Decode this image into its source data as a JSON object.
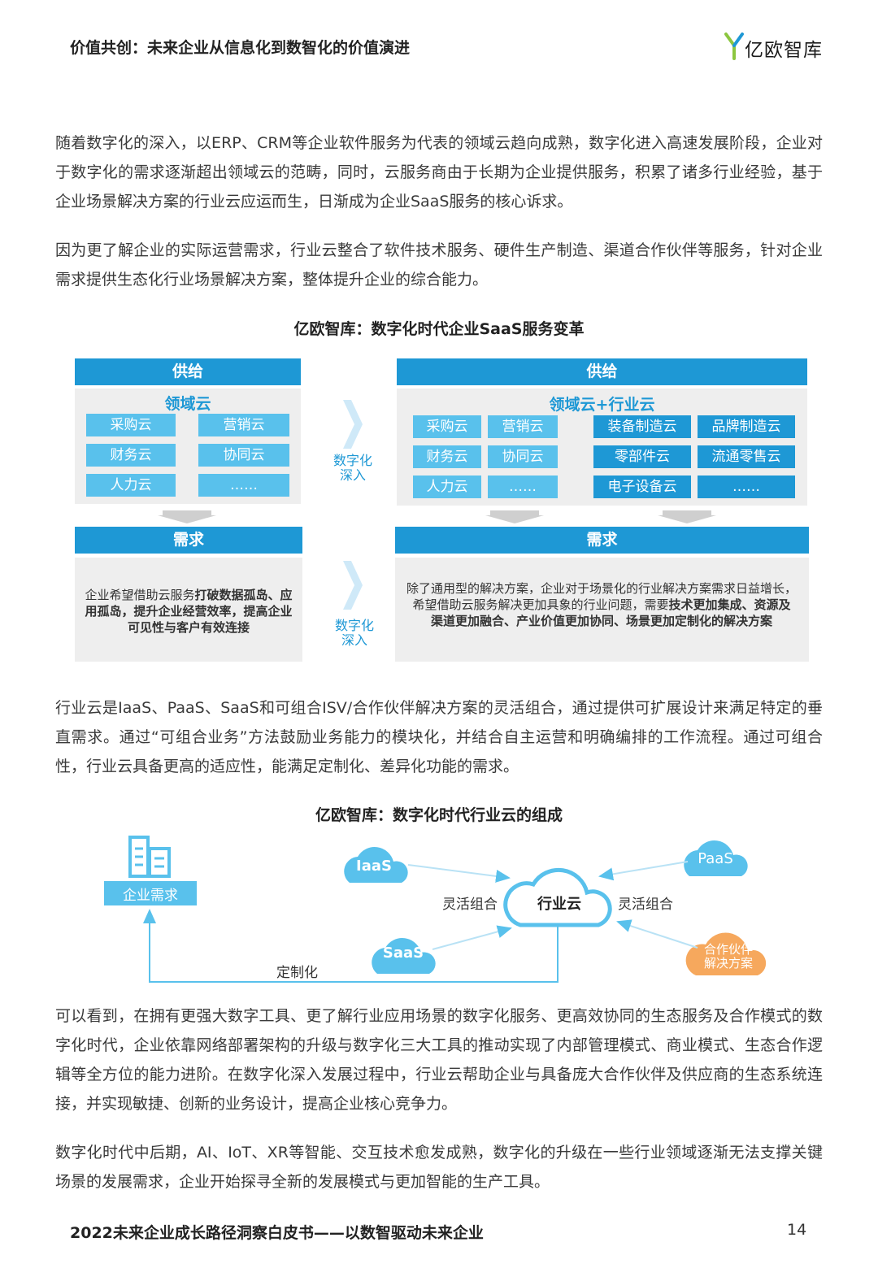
{
  "header": {
    "title": "价值共创：未来企业从信息化到数智化的价值演进",
    "logo_text": "亿欧智库"
  },
  "paragraphs": [
    "随着数字化的深入，以ERP、CRM等企业软件服务为代表的领域云趋向成熟，数字化进入高速发展阶段，企业对于数字化的需求逐渐超出领域云的范畴，同时，云服务商由于长期为企业提供服务，积累了诸多行业经验，基于企业场景解决方案的行业云应运而生，日渐成为企业SaaS服务的核心诉求。",
    "因为更了解企业的实际运营需求，行业云整合了软件技术服务、硬件生产制造、渠道合作伙伴等服务，针对企业需求提供生态化行业场景解决方案，整体提升企业的综合能力。",
    "行业云是IaaS、PaaS、SaaS和可组合ISV/合作伙伴解决方案的灵活组合，通过提供可扩展设计来满足特定的垂直需求。通过“可组合业务”方法鼓励业务能力的模块化，并结合自主运营和明确编排的工作流程。通过可组合性，行业云具备更高的适应性，能满足定制化、差异化功能的需求。",
    "可以看到，在拥有更强大数字工具、更了解行业应用场景的数字化服务、更高效协同的生态服务及合作模式的数字化时代，企业依靠网络部署架构的升级与数字化三大工具的推动实现了内部管理模式、商业模式、生态合作逻辑等全方位的能力进阶。在数字化深入发展过程中，行业云帮助企业与具备庞大合作伙伴及供应商的生态系统连接，并实现敏捷、创新的业务设计，提高企业核心竞争力。",
    "数字化时代中后期，AI、IoT、XR等智能、交互技术愈发成熟，数字化的升级在一些行业领域逐渐无法支撑关键场景的发展需求，企业开始探寻全新的发展模式与更加智能的生产工具。"
  ],
  "figure1": {
    "title": "亿欧智库：数字化时代企业SaaS服务变革",
    "left": {
      "supply": "供给",
      "subtitle": "领域云",
      "cells": [
        "采购云",
        "营销云",
        "财务云",
        "协同云",
        "人力云",
        "……"
      ],
      "demand": "需求",
      "demand_plain": "企业希望借助云服务",
      "demand_bold": "打破数据孤岛、应用孤岛，提升企业经营效率，提高企业可见性与客户有效连接"
    },
    "middle_label_1": "数字化\n深入",
    "middle_label_2": "数字化\n深入",
    "right": {
      "supply": "供给",
      "subtitle": "领域云+行业云",
      "cells_domain": [
        "采购云",
        "营销云",
        "财务云",
        "协同云",
        "人力云",
        "……"
      ],
      "cells_industry": [
        "装备制造云",
        "品牌制造云",
        "零部件云",
        "流通零售云",
        "电子设备云",
        "……"
      ],
      "demand": "需求",
      "demand_plain": "除了通用型的解决方案，企业对于场景化的行业解决方案需求日益增长，希望借助云服务解决更加具象的行业问题，需要",
      "demand_bold": "技术更加集成、资源及渠道更加融合、产业价值更加协同、场景更加定制化的解决方案"
    }
  },
  "figure2": {
    "title": "亿欧智库：数字化时代行业云的组成",
    "enterprise": "企业需求",
    "iaas": "IaaS",
    "paas": "PaaS",
    "saas": "SaaS",
    "industry_cloud": "行业云",
    "partner": "合作伙伴\n解决方案",
    "combine_left": "灵活组合",
    "combine_right": "灵活组合",
    "customize": "定制化"
  },
  "footer": {
    "title": "2022未来企业成长路径洞察白皮书——以数智驱动未来企业",
    "page": "14"
  }
}
